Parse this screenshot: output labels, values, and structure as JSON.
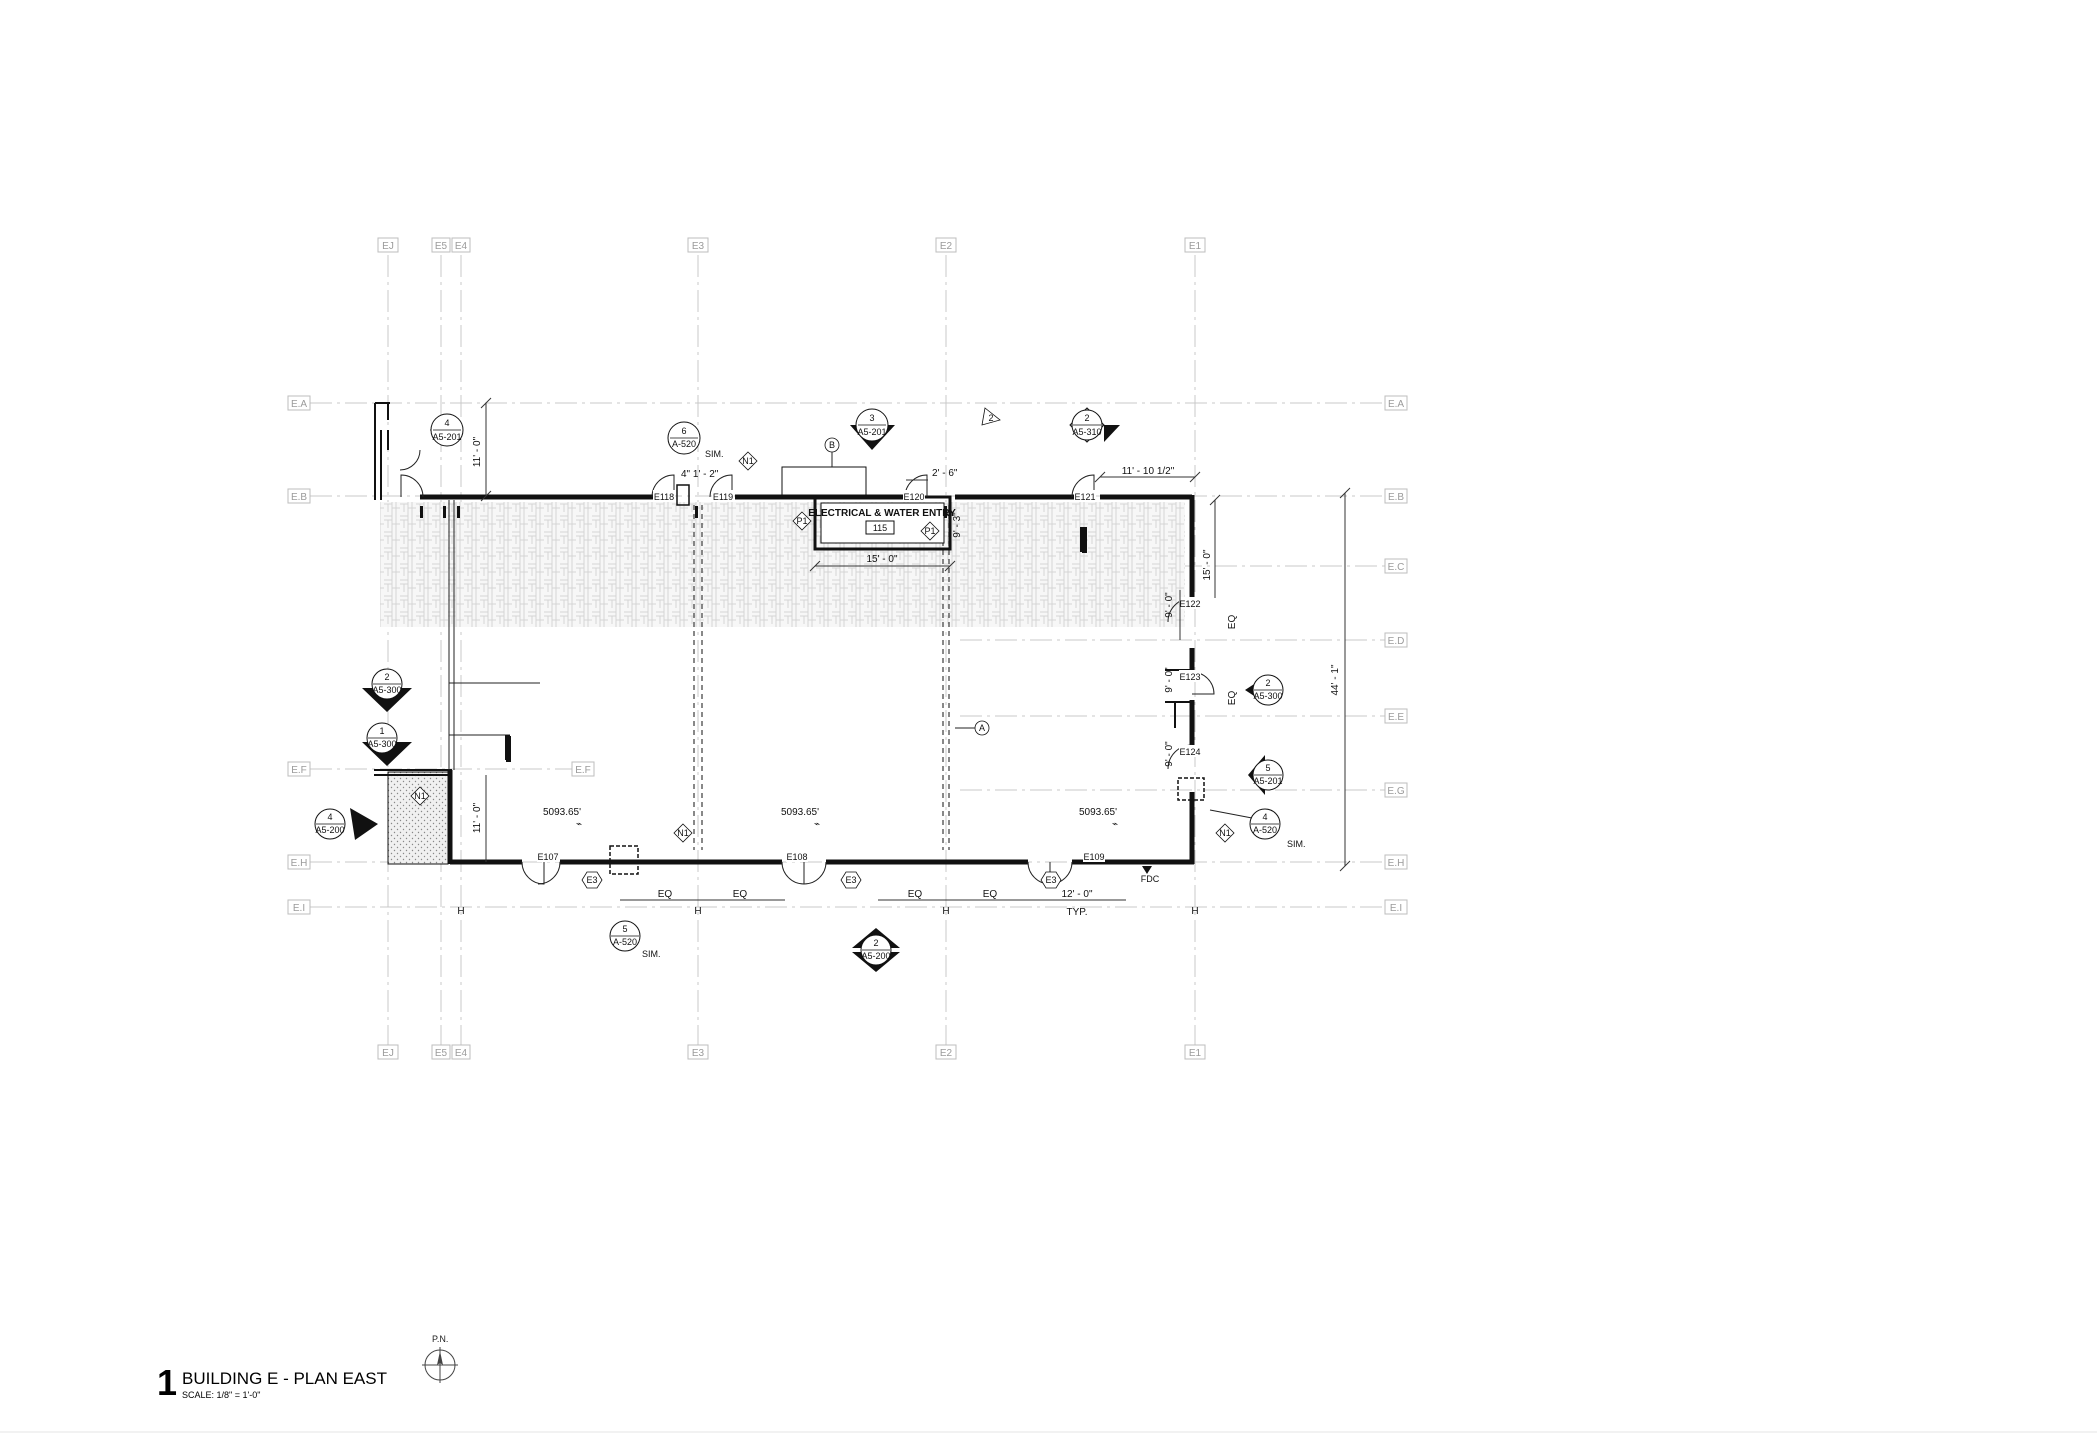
{
  "grids": {
    "columns": [
      "EJ",
      "E5",
      "E4",
      "E3",
      "E2",
      "E1"
    ],
    "rows": [
      "E.A",
      "E.B",
      "E.C",
      "E.D",
      "E.E",
      "E.F",
      "E.G",
      "E.H",
      "E.I"
    ]
  },
  "room": {
    "name": "ELECTRICAL & WATER ENTRY",
    "number": "115"
  },
  "doors": [
    "E118",
    "E119",
    "E120",
    "E121",
    "E122",
    "E123",
    "E124",
    "E107",
    "E108",
    "E109"
  ],
  "section_markers": [
    {
      "num": "4",
      "sheet": "A5-201"
    },
    {
      "num": "6",
      "sheet": "A-520"
    },
    {
      "num": "3",
      "sheet": "A5-201"
    },
    {
      "num": "2",
      "sheet": "A5-310"
    },
    {
      "num": "2",
      "sheet": "A5-300"
    },
    {
      "num": "1",
      "sheet": "A5-300"
    },
    {
      "num": "2",
      "sheet": "A5-300"
    },
    {
      "num": "5",
      "sheet": "A5-201"
    },
    {
      "num": "4",
      "sheet": "A-520"
    },
    {
      "num": "4",
      "sheet": "A5-200"
    },
    {
      "num": "5",
      "sheet": "A-520"
    },
    {
      "num": "2",
      "sheet": "A5-200"
    }
  ],
  "dimensions": {
    "top_left": "11' - 0\"",
    "top_right": "11' - 10 1/2\"",
    "electrical_width": "15' - 0\"",
    "door_gap": "2' - 6\"",
    "small_v": "9' - 3\"",
    "right_15": "15' - 0\"",
    "right_9a": "9' - 0\"",
    "right_9b": "9' - 0\"",
    "right_9c": "9' - 0\"",
    "overall": "44' - 1\"",
    "bottom_left": "11' - 0\"",
    "eq": "EQ",
    "spacing": "12' - 0\"",
    "typ": "TYP.",
    "small_sim": "4\" 1' - 2\""
  },
  "elevations": [
    "5093.65'",
    "5093.65'",
    "5093.65'"
  ],
  "tags": {
    "n1": "N1",
    "p1": "P1",
    "e3": "E3",
    "b": "B",
    "a": "A",
    "rev": "2",
    "sim": "SIM.",
    "fdc": "FDC"
  },
  "title_block": {
    "number": "1",
    "title": "BUILDING E - PLAN EAST",
    "scale": "SCALE: 1/8\" = 1'-0\""
  },
  "north": {
    "label": "P.N."
  }
}
